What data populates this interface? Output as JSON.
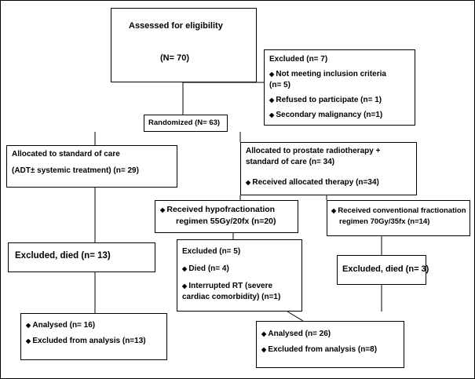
{
  "assessed": {
    "title": "Assessed for eligibility",
    "n": "(N= 70)"
  },
  "excluded_initial": {
    "title": "Excluded (n= 7)",
    "items": [
      "Not meeting inclusion criteria (n= 5)",
      "Refused to participate (n= 1)",
      "Secondary malignancy (n=1)"
    ]
  },
  "randomized": "Randomized (N= 63)",
  "standard_care": {
    "line1": "Allocated to standard of care",
    "line2": "(ADT± systemic treatment) (n= 29)"
  },
  "radiotherapy": {
    "line1": "Allocated to prostate radiotherapy +",
    "line2": "standard of care (n= 34)",
    "item": "Received allocated therapy (n=34)"
  },
  "hypofractionation": {
    "line1": "Received hypofractionation",
    "line2": "regimen 55Gy/20fx (n=20)"
  },
  "conventional": {
    "line1": "Received conventional fractionation",
    "line2": "regimen 70Gy/35fx (n=14)"
  },
  "excluded_died_left": "Excluded, died (n= 13)",
  "excluded_middle": {
    "title": "Excluded (n= 5)",
    "item1": "Died (n= 4)",
    "item2": "Interrupted RT (severe cardiac comorbidity) (n=1)"
  },
  "excluded_died_right": "Excluded, died (n= 3)",
  "analysed_left": {
    "item1": "Analysed (n= 16)",
    "item2": "Excluded from analysis (n=13)"
  },
  "analysed_right": {
    "item1": "Analysed (n= 26)",
    "item2": "Excluded from analysis (n=8)"
  }
}
